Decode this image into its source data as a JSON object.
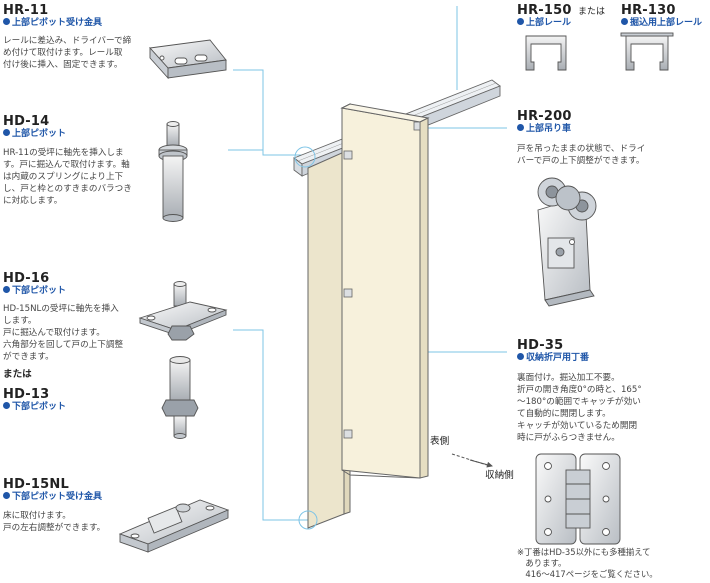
{
  "parts": {
    "hr11": {
      "code": "HR-11",
      "name": "上部ピボット受け金具",
      "desc": [
        "レールに差込み、ドライバーで締",
        "め付けて取付けます。レール取",
        "付け後に挿入、固定できます。"
      ]
    },
    "hd14": {
      "code": "HD-14",
      "name": "上部ピボット",
      "desc": [
        "HR-11の受坪に軸先を挿入しま",
        "す。戸に掘込んで取付けます。軸",
        "は内蔵のスプリングにより上下",
        "し、戸と枠とのすきまのバラつき",
        "に対応します。"
      ]
    },
    "hd16": {
      "code": "HD-16",
      "name": "下部ピボット",
      "desc": [
        "HD-15NLの受坪に軸先を挿入",
        "します。",
        "戸に掘込んで取付けます。",
        "六角部分を回して戸の上下調整",
        "ができます。"
      ]
    },
    "or_left": "または",
    "hd13": {
      "code": "HD-13",
      "name": "下部ピボット"
    },
    "hd15nl": {
      "code": "HD-15NL",
      "name": "下部ピボット受け金具",
      "desc": [
        "床に取付けます。",
        "戸の左右調整ができます。"
      ]
    },
    "hr150": {
      "code": "HR-150",
      "name": "上部レール"
    },
    "or_top": "または",
    "hr130": {
      "code": "HR-130",
      "name": "掘込用上部レール"
    },
    "hr200": {
      "code": "HR-200",
      "name": "上部吊り車",
      "desc": [
        "戸を吊ったままの状態で、ドライ",
        "バーで戸の上下調整ができます。"
      ]
    },
    "hd35": {
      "code": "HD-35",
      "name": "収納折戸用丁番",
      "desc": [
        "裏面付け。掘込加工不要。",
        "折戸の開き角度0°の時と、165°",
        "～180°の範囲でキャッチが効い",
        "て自動的に開閉します。",
        "キャッチが効いているため開閉",
        "時に戸がふらつきません。"
      ]
    }
  },
  "labels": {
    "omote": "表側",
    "shuno": "収納側"
  },
  "note": [
    "※丁番はHD-35以外にも多種揃えて",
    "　あります。",
    "　416～417ページをご覧ください。"
  ],
  "colors": {
    "accent": "#1f56a8",
    "leader": "#7ec4e6",
    "door": "#f7f1dc",
    "rail": "#eef1f4"
  }
}
